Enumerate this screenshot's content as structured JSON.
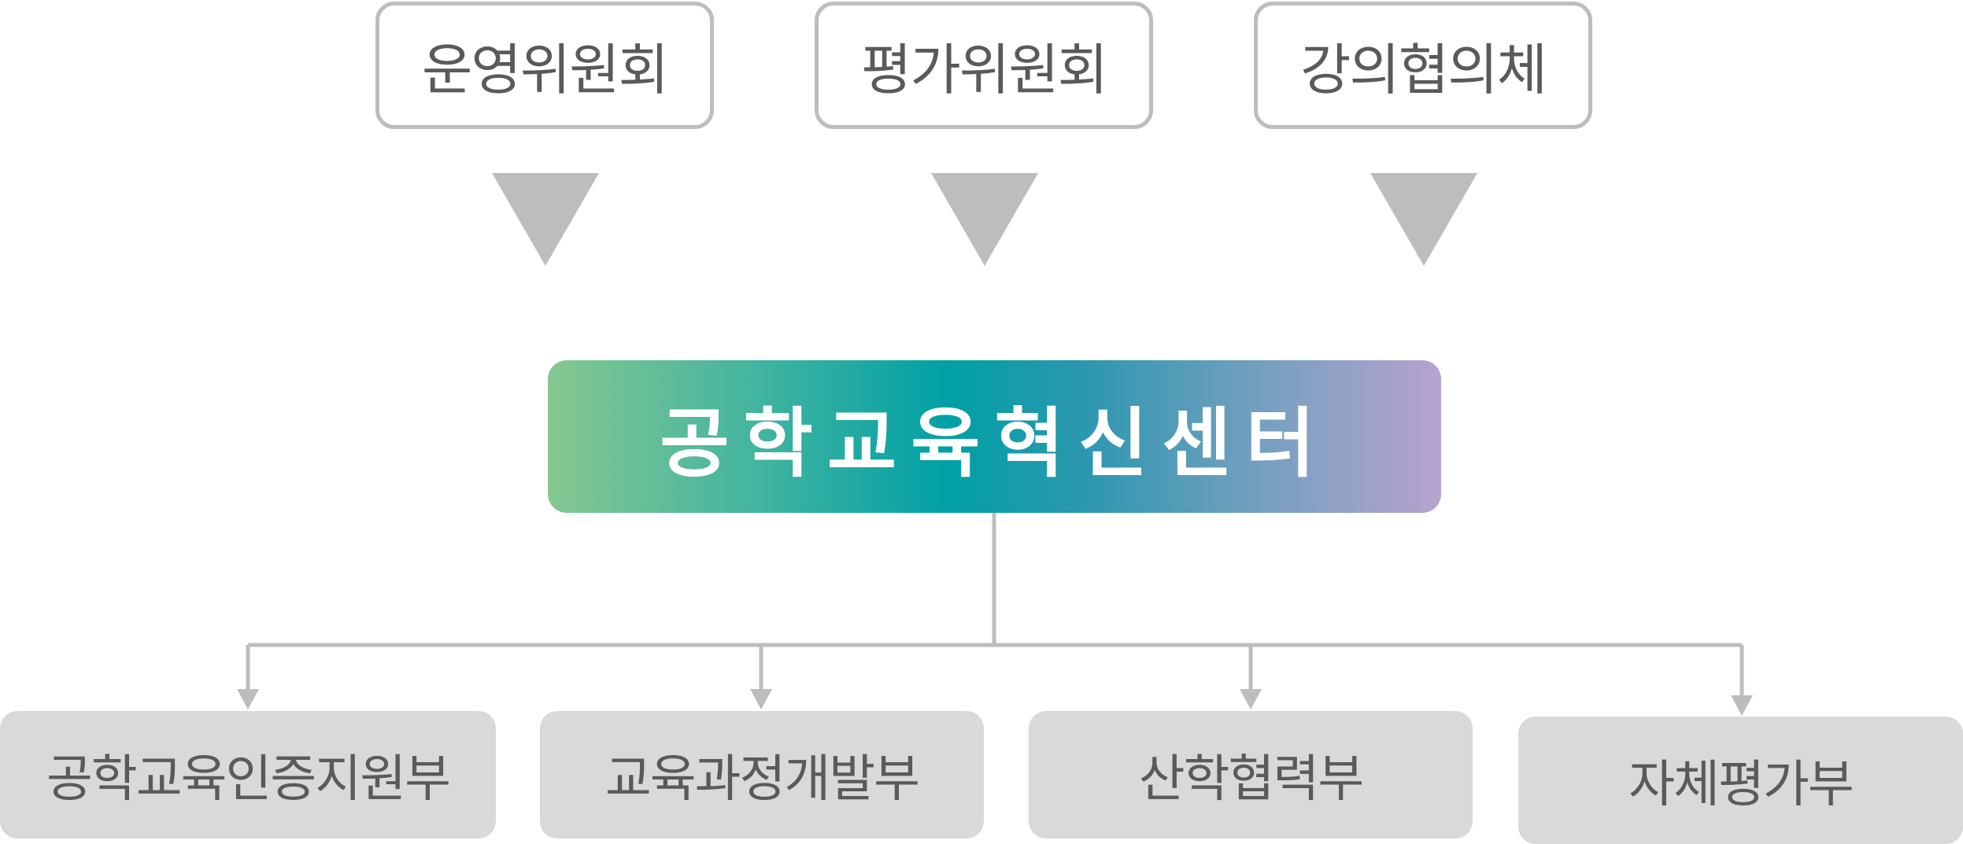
{
  "committees": [
    {
      "label": "운영위원회"
    },
    {
      "label": "평가위원회"
    },
    {
      "label": "강의협의체"
    }
  ],
  "center": {
    "label": "공학교육혁신센터"
  },
  "departments": [
    {
      "label": "공학교육인증지원부"
    },
    {
      "label": "교육과정개발부"
    },
    {
      "label": "산학협력부"
    },
    {
      "label": "자체평가부"
    }
  ],
  "colors": {
    "box_border": "#bdbdbd",
    "department_fill": "#d9d9d9",
    "text": "#5a5a5a",
    "center_gradient_start": "#85c791",
    "center_gradient_mid": "#00a0a6",
    "center_gradient_end": "#b7a3cf"
  }
}
